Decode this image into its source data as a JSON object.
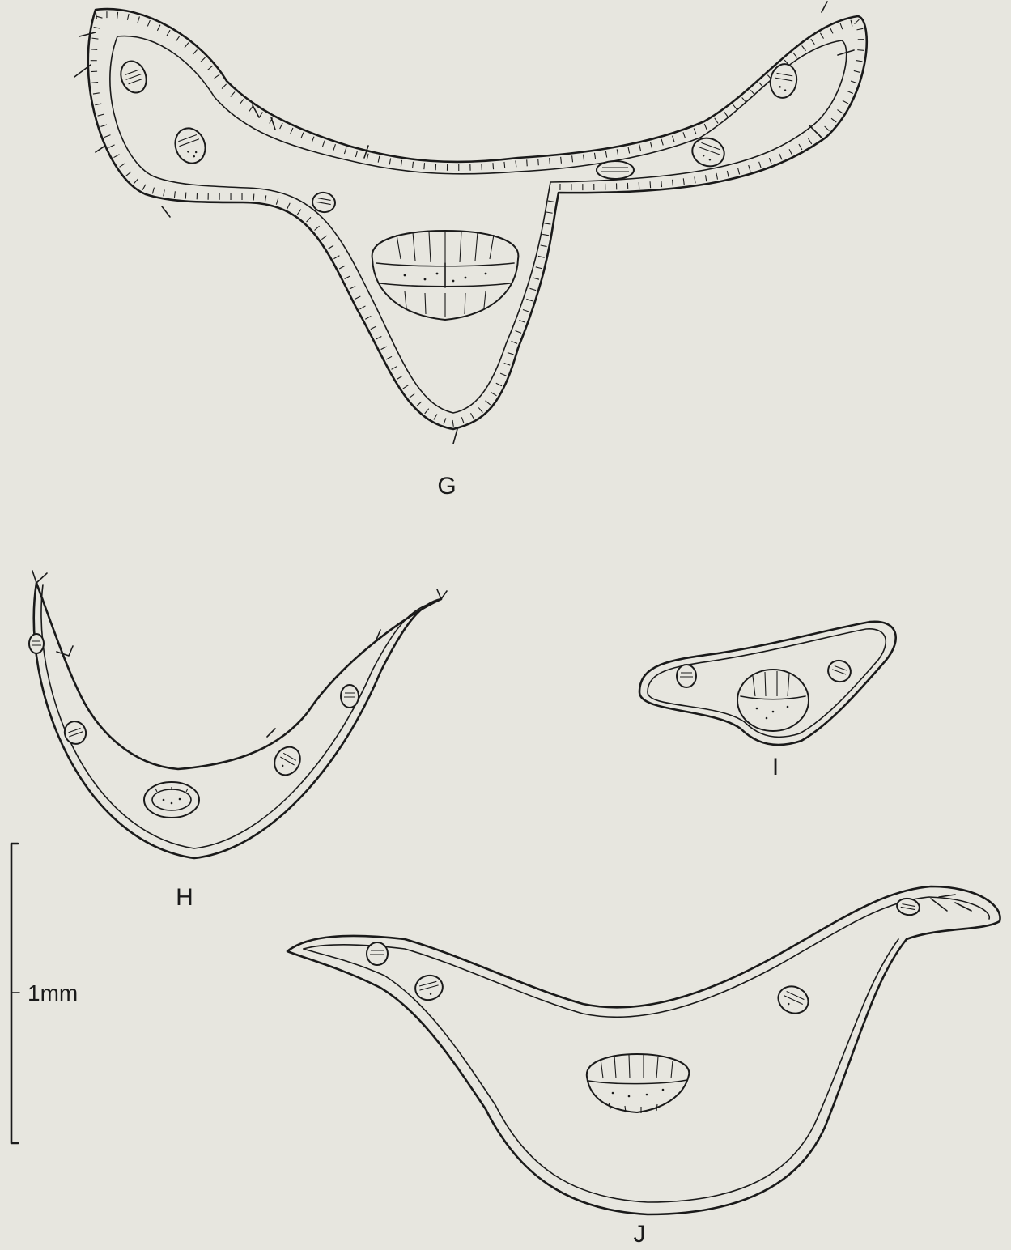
{
  "labels": {
    "g": "G",
    "h": "H",
    "i": "I",
    "j": "J"
  },
  "scale": {
    "label": "1mm",
    "length_mm": 1
  },
  "colors": {
    "paper": "#e7e6df",
    "ink": "#1a1a1a"
  }
}
